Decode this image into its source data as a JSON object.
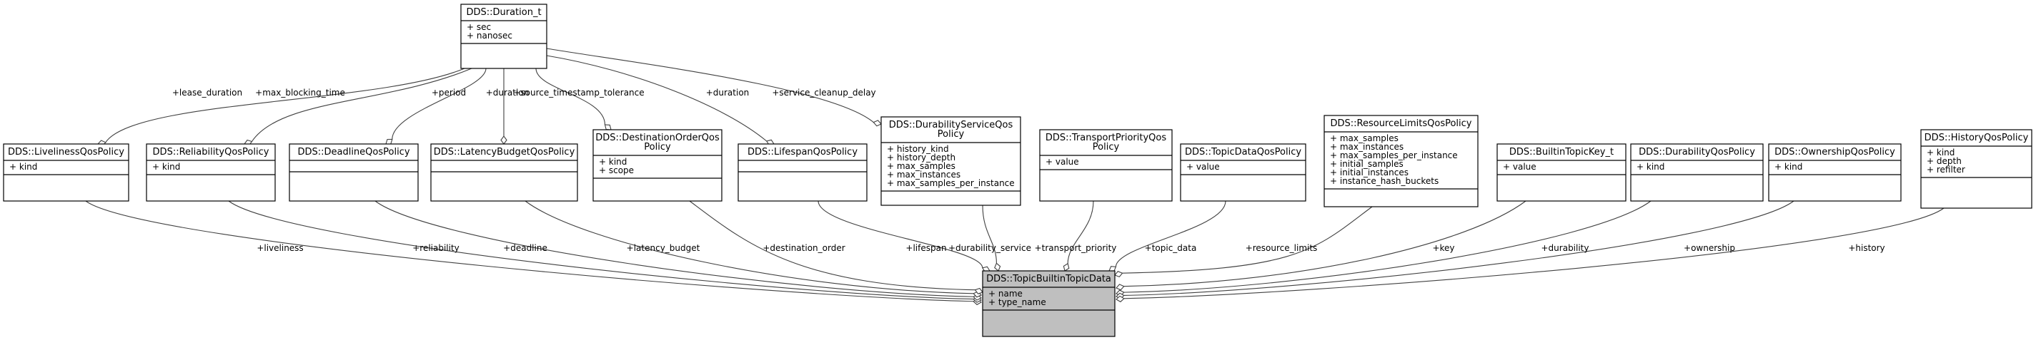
{
  "diagram": {
    "main": {
      "title": [
        "DDS::TopicBuiltinTopicData"
      ],
      "attrs": [
        "+ name",
        "+ type_name"
      ]
    },
    "duration": {
      "title": [
        "DDS::Duration_t"
      ],
      "attrs": [
        "+ sec",
        "+ nanosec"
      ]
    },
    "classes": [
      {
        "id": "liveliness",
        "title": [
          "DDS::LivelinessQosPolicy"
        ],
        "attrs": [
          "+ kind"
        ]
      },
      {
        "id": "reliability",
        "title": [
          "DDS::ReliabilityQosPolicy"
        ],
        "attrs": [
          "+ kind"
        ]
      },
      {
        "id": "deadline",
        "title": [
          "DDS::DeadlineQosPolicy"
        ],
        "attrs": []
      },
      {
        "id": "latency",
        "title": [
          "DDS::LatencyBudgetQosPolicy"
        ],
        "attrs": []
      },
      {
        "id": "destination",
        "title": [
          "DDS::DestinationOrderQos",
          "Policy"
        ],
        "attrs": [
          "+ kind",
          "+ scope"
        ]
      },
      {
        "id": "lifespan",
        "title": [
          "DDS::LifespanQosPolicy"
        ],
        "attrs": []
      },
      {
        "id": "durservice",
        "title": [
          "DDS::DurabilityServiceQos",
          "Policy"
        ],
        "attrs": [
          "+ history_kind",
          "+ history_depth",
          "+ max_samples",
          "+ max_instances",
          "+ max_samples_per_instance"
        ]
      },
      {
        "id": "transport",
        "title": [
          "DDS::TransportPriorityQos",
          "Policy"
        ],
        "attrs": [
          "+ value"
        ]
      },
      {
        "id": "topicdata",
        "title": [
          "DDS::TopicDataQosPolicy"
        ],
        "attrs": [
          "+ value"
        ]
      },
      {
        "id": "resource",
        "title": [
          "DDS::ResourceLimitsQosPolicy"
        ],
        "attrs": [
          "+ max_samples",
          "+ max_instances",
          "+ max_samples_per_instance",
          "+ initial_samples",
          "+ initial_instances",
          "+ instance_hash_buckets"
        ]
      },
      {
        "id": "builtinkey",
        "title": [
          "DDS::BuiltinTopicKey_t"
        ],
        "attrs": [
          "+ value"
        ]
      },
      {
        "id": "durability",
        "title": [
          "DDS::DurabilityQosPolicy"
        ],
        "attrs": [
          "+ kind"
        ]
      },
      {
        "id": "ownership",
        "title": [
          "DDS::OwnershipQosPolicy"
        ],
        "attrs": [
          "+ kind"
        ]
      },
      {
        "id": "history",
        "title": [
          "DDS::HistoryQosPolicy"
        ],
        "attrs": [
          "+ kind",
          "+ depth",
          "+ refilter"
        ]
      }
    ],
    "main_edges": [
      {
        "from": "liveliness",
        "label": "+liveliness"
      },
      {
        "from": "reliability",
        "label": "+reliability"
      },
      {
        "from": "deadline",
        "label": "+deadline"
      },
      {
        "from": "latency",
        "label": "+latency_budget"
      },
      {
        "from": "destination",
        "label": "+destination_order"
      },
      {
        "from": "lifespan",
        "label": "+lifespan"
      },
      {
        "from": "durservice",
        "label": "+durability_service"
      },
      {
        "from": "transport",
        "label": "+transport_priority"
      },
      {
        "from": "topicdata",
        "label": "+topic_data"
      },
      {
        "from": "resource",
        "label": "+resource_limits"
      },
      {
        "from": "builtinkey",
        "label": "+key"
      },
      {
        "from": "durability",
        "label": "+durability"
      },
      {
        "from": "ownership",
        "label": "+ownership"
      },
      {
        "from": "history",
        "label": "+history"
      }
    ],
    "duration_edges": [
      {
        "to": "liveliness",
        "label": "+lease_duration"
      },
      {
        "to": "reliability",
        "label": "+max_blocking_time"
      },
      {
        "to": "deadline",
        "label": "+period"
      },
      {
        "to": "latency",
        "label": "+duration"
      },
      {
        "to": "destination",
        "label": "+source_timestamp_tolerance"
      },
      {
        "to": "lifespan",
        "label": "+duration"
      },
      {
        "to": "durservice",
        "label": "+service_cleanup_delay"
      }
    ]
  }
}
